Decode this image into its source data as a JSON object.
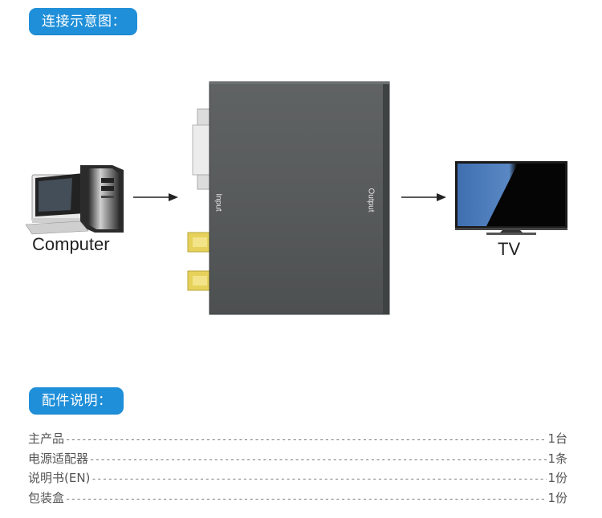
{
  "sections": {
    "connection_title": "连接示意图：",
    "accessories_title": "配件说明："
  },
  "diagram": {
    "source_label": "Computer",
    "target_label": "TV",
    "input_label": "Input",
    "output_label": "Output"
  },
  "accessories": [
    {
      "name": "主产品",
      "qty": "1台"
    },
    {
      "name": "电源适配器",
      "qty": "1条"
    },
    {
      "name": "说明书(EN)",
      "qty": "1份"
    },
    {
      "name": "包装盒",
      "qty": "1份"
    }
  ],
  "colors": {
    "accent": "#1f8fd9",
    "device_body": "#5a5d5e"
  }
}
